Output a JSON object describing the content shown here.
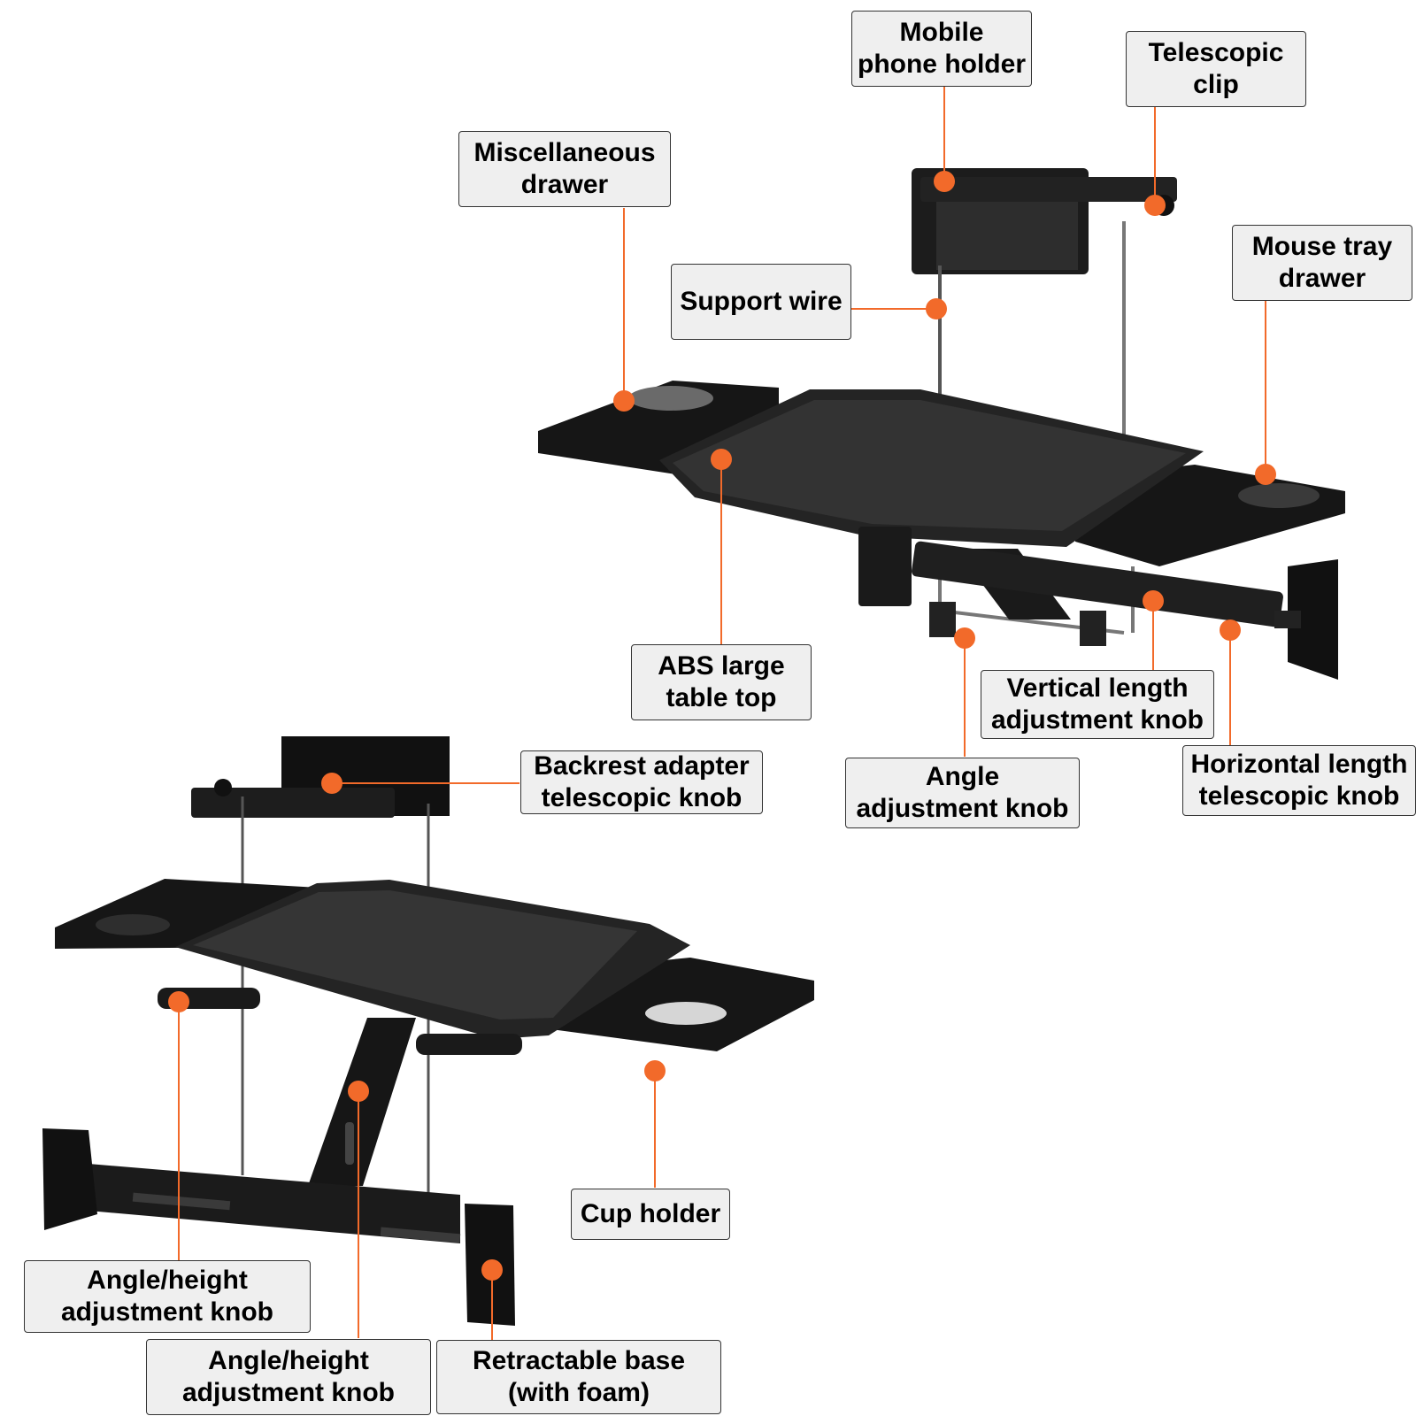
{
  "colors": {
    "accent": "#f26a2a",
    "label_bg": "#efefef",
    "product": "#1c1c1c"
  },
  "callouts": {
    "mobile_phone_holder": "Mobile\nphone holder",
    "telescopic_clip": "Telescopic\nclip",
    "miscellaneous_drawer": "Miscellaneous\ndrawer",
    "mouse_tray_drawer": "Mouse tray\ndrawer",
    "support_wire": "Support wire",
    "abs_large_table_top": "ABS large\ntable top",
    "vertical_length_adjustment_knob": "Vertical length\nadjustment knob",
    "angle_adjustment_knob": "Angle\nadjustment knob",
    "horizontal_length_telescopic_knob": "Horizontal length\ntelescopic knob",
    "backrest_adapter_telescopic_knob": "Backrest adapter\ntelescopic knob",
    "cup_holder": "Cup holder",
    "angle_height_adjustment_knob_left": "Angle/height\nadjustment knob",
    "angle_height_adjustment_knob_center": "Angle/height\nadjustment knob",
    "retractable_base": "Retractable base\n(with foam)"
  }
}
